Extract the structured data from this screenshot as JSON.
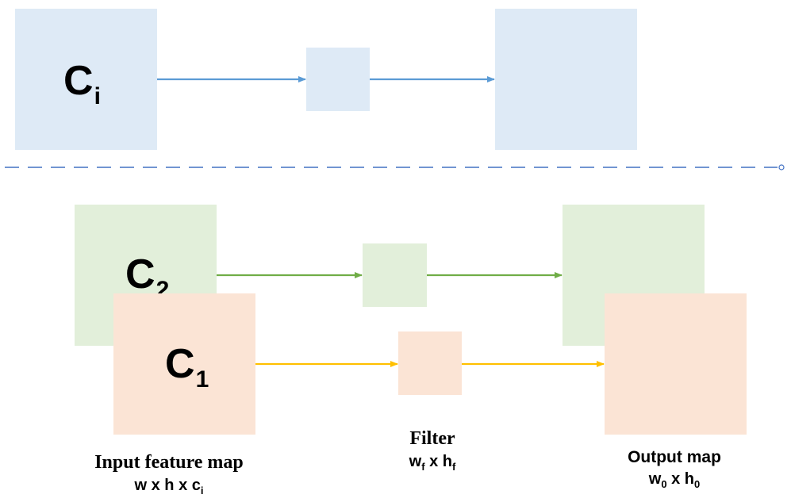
{
  "top": {
    "input_label": "C",
    "input_sub": "i"
  },
  "bottom": {
    "back_label": "C",
    "back_sub": "2",
    "front_label": "C",
    "front_sub": "1"
  },
  "captions": {
    "input_title": "Input feature map",
    "input_dims": "w x h x c",
    "input_dims_sub": "i",
    "filter_title": "Filter",
    "filter_dims_a": "w",
    "filter_dims_a_sub": "f",
    "filter_dims_mid": " x h",
    "filter_dims_b_sub": "f",
    "output_title": "Output map",
    "output_dims_a": "w",
    "output_dims_a_sub": "0",
    "output_dims_mid": " x h",
    "output_dims_b_sub": "0"
  },
  "colors": {
    "blue_box": "#deeaf6",
    "green_box": "#e2efda",
    "peach_box": "#fbe4d5",
    "blue_line": "#5b9bd5",
    "green_line": "#70ad47",
    "yellow_line": "#ffc000",
    "divider": "#4472c4"
  }
}
